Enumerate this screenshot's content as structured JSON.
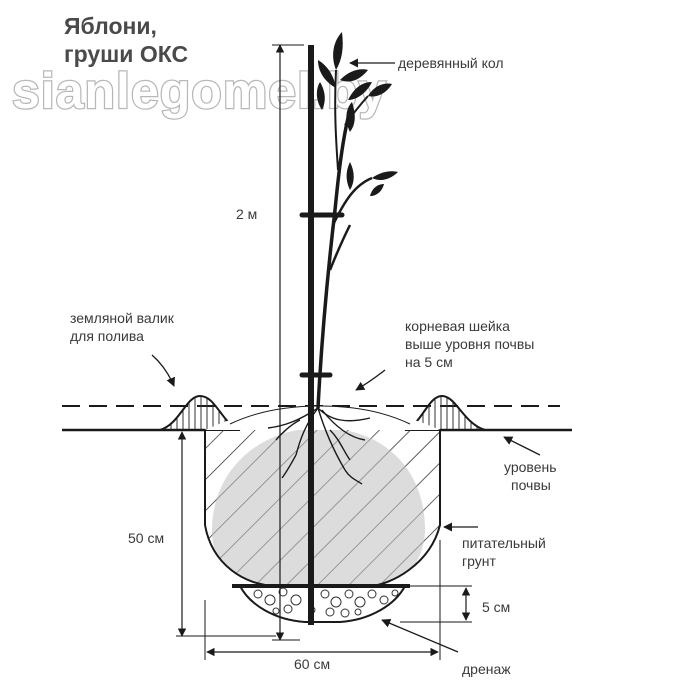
{
  "title": [
    "Яблони,",
    "груши ОКС"
  ],
  "watermark": "sianlegomel.by",
  "labels": {
    "stake": "деревянный кол",
    "height": "2 м",
    "mound": [
      "земляной валик",
      "для полива"
    ],
    "root_collar": [
      "корневая шейка",
      "выше уровня почвы",
      "на 5 см"
    ],
    "soil_level": [
      "уровень",
      "почвы"
    ],
    "nutrient_soil": [
      "питательный",
      "грунт"
    ],
    "depth": "50 см",
    "drain_thickness": "5 см",
    "drainage": "дренаж",
    "width": "60 см"
  },
  "colors": {
    "line": "#1a1a1a",
    "root_ball": "#d8d8d8",
    "hatch": "#333333",
    "text": "#3a3a3a"
  }
}
